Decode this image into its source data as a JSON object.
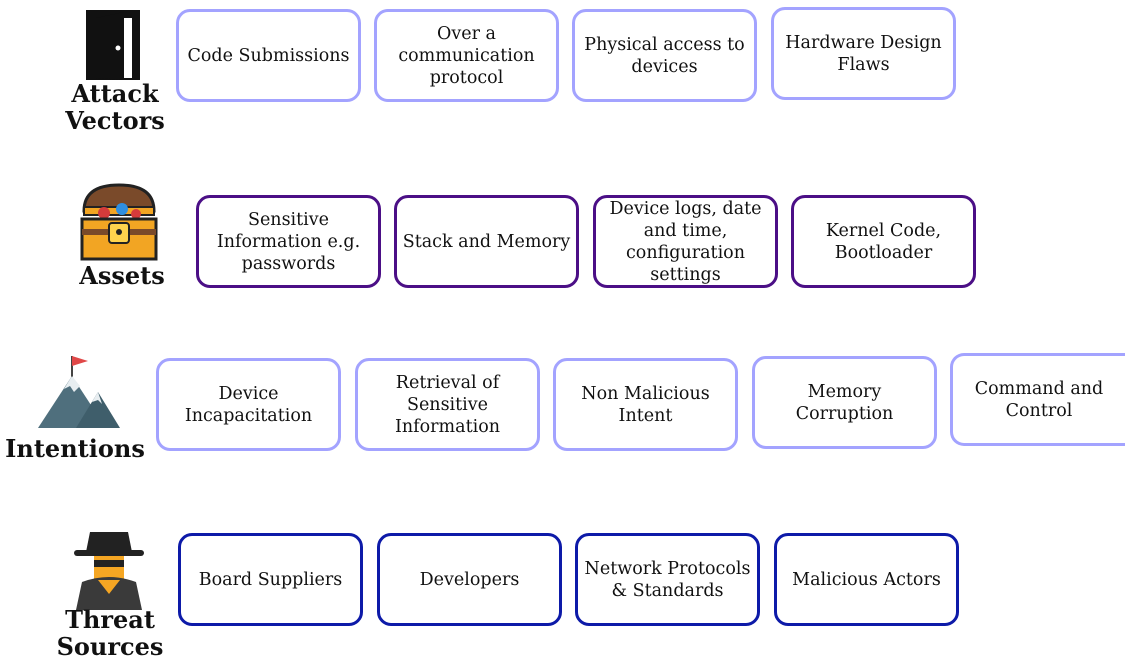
{
  "rows": {
    "attack_vectors": {
      "label": "Attack\nVectors",
      "icon": "open-door-icon",
      "items": [
        "Code Submissions",
        "Over a\ncommunication\nprotocol",
        "Physical access to\ndevices",
        "Hardware Design\nFlaws"
      ]
    },
    "assets": {
      "label": "Assets",
      "icon": "treasure-chest-icon",
      "items": [
        "Sensitive\nInformation e.g.\npasswords",
        "Stack and Memory",
        "Device logs, date\nand time,\nconfiguration\nsettings",
        "Kernel Code,\nBootloader"
      ]
    },
    "intentions": {
      "label": "Intentions",
      "icon": "mountain-flag-icon",
      "items": [
        "Device\nIncapacitation",
        "Retrieval of\nSensitive\nInformation",
        "Non Malicious\nIntent",
        "Memory\nCorruption",
        "Command and\nControl"
      ]
    },
    "threat_sources": {
      "label": "Threat\nSources",
      "icon": "hacker-spy-icon",
      "items": [
        "Board Suppliers",
        "Developers",
        "Network Protocols\n& Standards",
        "Malicious Actors"
      ]
    }
  },
  "colors": {
    "attack_vectors_border": "#a3a3ff",
    "assets_border": "#4b0f86",
    "intentions_border": "#a3a3ff",
    "threat_sources_border": "#0d1aa8"
  }
}
